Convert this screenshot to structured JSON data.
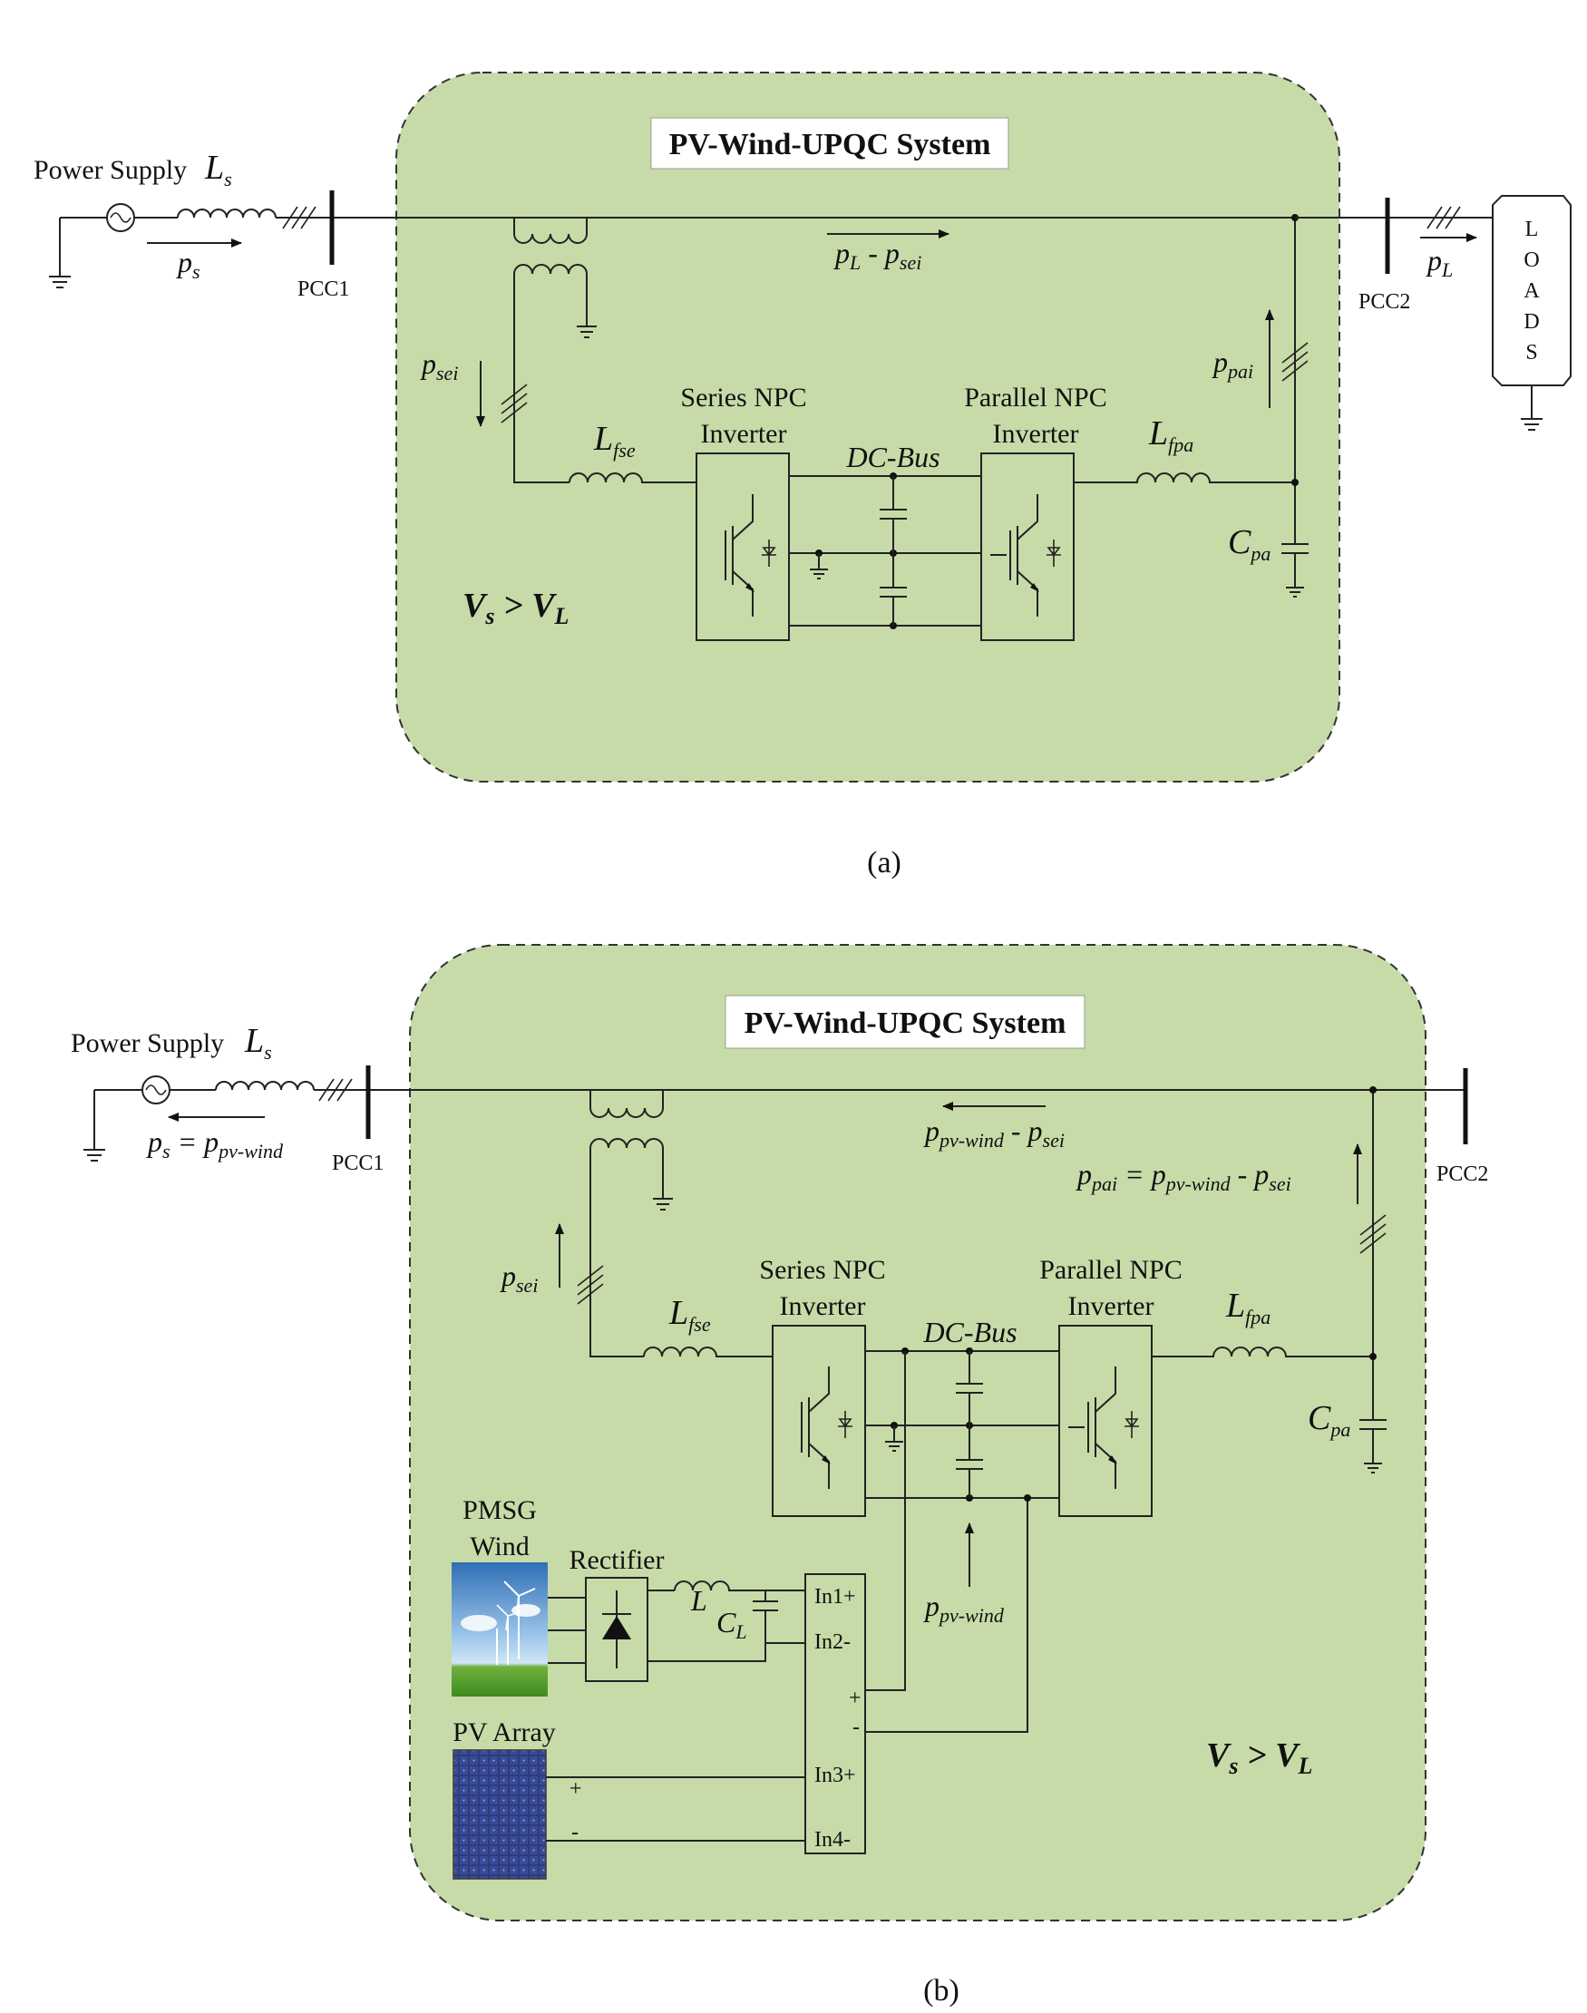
{
  "colors": {
    "panel_fill": "#c7dba8",
    "line": "#222222"
  },
  "icons": [
    "ac-source-icon",
    "ground-icon",
    "transformer-icon",
    "inductor-icon",
    "capacitor-icon",
    "igbt-icon",
    "diode-bridge-icon",
    "wind-turbine-image",
    "solar-panel-image",
    "flow-arrow-icon"
  ],
  "panel_a": {
    "title": "PV-Wind-UPQC System",
    "power_supply": "Power Supply",
    "ls": {
      "main": "L",
      "sub": "s"
    },
    "ps": {
      "main": "p",
      "sub": "s"
    },
    "pcc1": "PCC1",
    "pcc2": "PCC2",
    "pl_minus_psei": {
      "a": "p",
      "a_sub": "L",
      "op": " - ",
      "b": "p",
      "b_sub": "sei"
    },
    "pl": {
      "main": "p",
      "sub": "L"
    },
    "loads": [
      "L",
      "O",
      "A",
      "D",
      "S"
    ],
    "psei": {
      "main": "p",
      "sub": "sei"
    },
    "ppai": {
      "main": "p",
      "sub": "pai"
    },
    "series_inv": [
      "Series NPC",
      "Inverter"
    ],
    "parallel_inv": [
      "Parallel NPC",
      "Inverter"
    ],
    "dc_bus": "DC-Bus",
    "lfse": {
      "main": "L",
      "sub": "fse"
    },
    "lfpa": {
      "main": "L",
      "sub": "fpa"
    },
    "cpa": {
      "main": "C",
      "sub": "pa"
    },
    "vs_vl": {
      "a": "V",
      "a_sub": "s",
      "op": " > ",
      "b": "V",
      "b_sub": "L"
    },
    "caption": "(a)"
  },
  "panel_b": {
    "title": "PV-Wind-UPQC System",
    "power_supply": "Power Supply",
    "ls": {
      "main": "L",
      "sub": "s"
    },
    "ps_eq": {
      "a": "p",
      "a_sub": "s",
      "op": " = ",
      "b": "p",
      "b_sub": "pv-wind"
    },
    "pcc1": "PCC1",
    "pcc2": "PCC2",
    "ppvwind_minus_psei": {
      "a": "p",
      "a_sub": "pv-wind",
      "op": " - ",
      "b": "p",
      "b_sub": "sei"
    },
    "ppai_eq": {
      "a": "p",
      "a_sub": "pai",
      "op": " = ",
      "b": "p",
      "b_sub": "pv-wind",
      "op2": " - ",
      "c": "p",
      "c_sub": "sei"
    },
    "psei": {
      "main": "p",
      "sub": "sei"
    },
    "series_inv": [
      "Series NPC",
      "Inverter"
    ],
    "parallel_inv": [
      "Parallel NPC",
      "Inverter"
    ],
    "dc_bus": "DC-Bus",
    "lfse": {
      "main": "L",
      "sub": "fse"
    },
    "lfpa": {
      "main": "L",
      "sub": "fpa"
    },
    "cpa": {
      "main": "C",
      "sub": "pa"
    },
    "ppvwind": {
      "main": "p",
      "sub": "pv-wind"
    },
    "pmsg": [
      "PMSG",
      "Wind"
    ],
    "rectifier": "Rectifier",
    "l": "L",
    "cl": {
      "main": "C",
      "sub": "L"
    },
    "converter_ports": [
      "In1+",
      "In2-",
      "+",
      "-",
      "In3+",
      "In4-"
    ],
    "pv_array": "PV Array",
    "pv_plus": "+",
    "pv_minus": "-",
    "vs_vl": {
      "a": "V",
      "a_sub": "s",
      "op": " > ",
      "b": "V",
      "b_sub": "L"
    },
    "caption": "(b)"
  }
}
